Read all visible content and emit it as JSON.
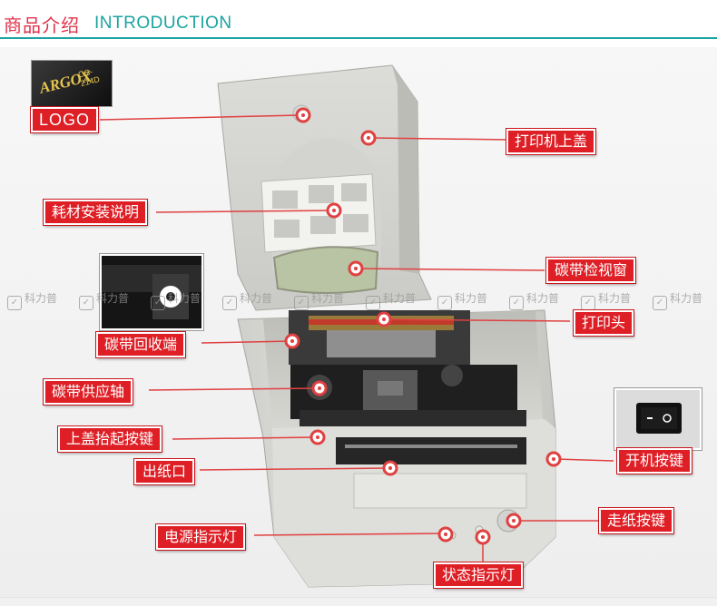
{
  "header": {
    "title_cn": "商品介绍",
    "title_en": "INTRODUCTION"
  },
  "colors": {
    "accent_red": "#de1f26",
    "accent_teal": "#18a2a0",
    "header_red": "#e0314a"
  },
  "logo_badge": {
    "brand": "ARGOX",
    "model": "OS-214D"
  },
  "labels": {
    "logo": "LOGO",
    "top_cover": "打印机上盖",
    "media_instructions": "耗材安装说明",
    "ribbon_window": "碳带检视窗",
    "print_head": "打印头",
    "ribbon_rewind": "碳带回收端",
    "ribbon_supply": "碳带供应轴",
    "cover_release": "上盖抬起按键",
    "paper_exit": "出纸口",
    "power_switch": "开机按键",
    "feed_button": "走纸按键",
    "power_led": "电源指示灯",
    "status_led": "状态指示灯"
  },
  "watermark": {
    "text": "科力普",
    "repeat": 10
  },
  "icons": {
    "marker": "target-dot-icon",
    "watermark": "kelipu-logo-icon"
  }
}
